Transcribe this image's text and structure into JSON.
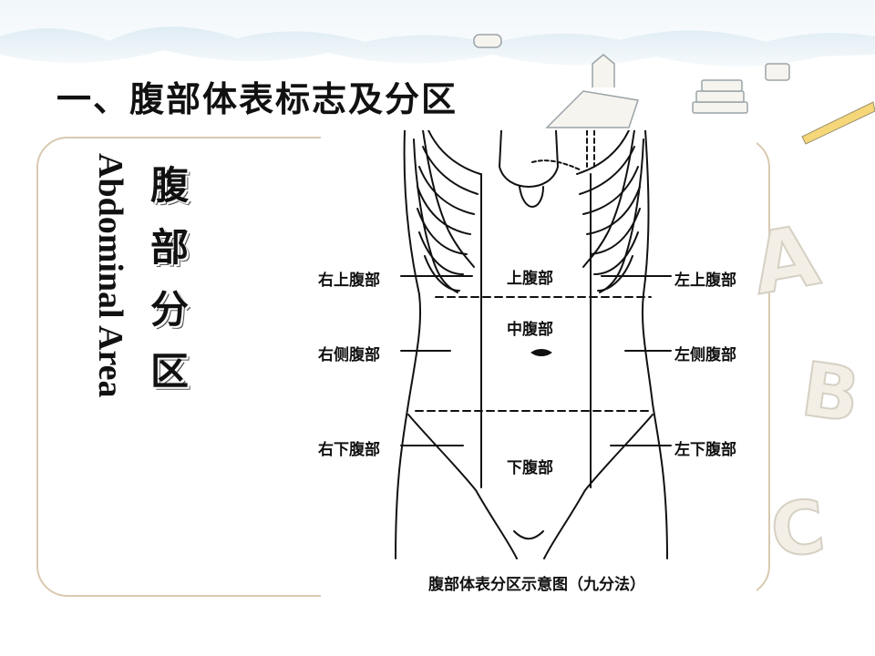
{
  "title": "一、腹部体表标志及分区",
  "side_label_en": "Abdominal Area",
  "side_label_cn": [
    "腹",
    "部",
    "分",
    "区"
  ],
  "figure": {
    "caption": "腹部体表分区示意图（九分法）",
    "regions": {
      "right_upper": "右上腹部",
      "epigastric": "上腹部",
      "left_upper": "左上腹部",
      "right_lateral": "右侧腹部",
      "umbilical": "中腹部",
      "left_lateral": "左侧腹部",
      "right_lower": "右下腹部",
      "hypogastric": "下腹部",
      "left_lower": "左下腹部"
    }
  },
  "decorations": {
    "letters": [
      "A",
      "B",
      "C"
    ]
  },
  "colors": {
    "panel_border": "#d9c9b0",
    "sky": "#dcebf3",
    "text": "#111111"
  }
}
